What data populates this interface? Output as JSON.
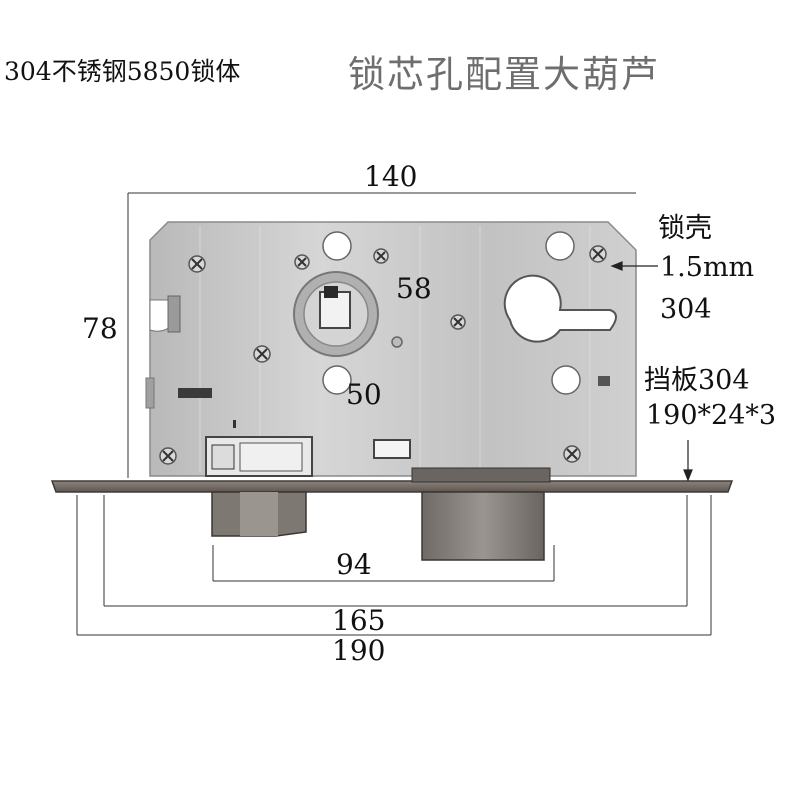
{
  "title_left": "304不锈钢5850锁体",
  "title_right": "锁芯孔配置大葫芦",
  "dimensions": {
    "width_top": "140",
    "height_left": "78",
    "center_horizontal": "58",
    "center_vertical": "50",
    "bottom_94": "94",
    "bottom_165": "165",
    "bottom_190": "190"
  },
  "specs": {
    "shell_label": "锁壳",
    "shell_thickness": "1.5mm",
    "shell_material": "304",
    "plate_label": "挡板304",
    "plate_size": "190*24*3"
  },
  "colors": {
    "body_metal": "#c9c9c9",
    "faceplate": "#7a7068",
    "bolt": "#8a8580",
    "line": "#222222"
  }
}
